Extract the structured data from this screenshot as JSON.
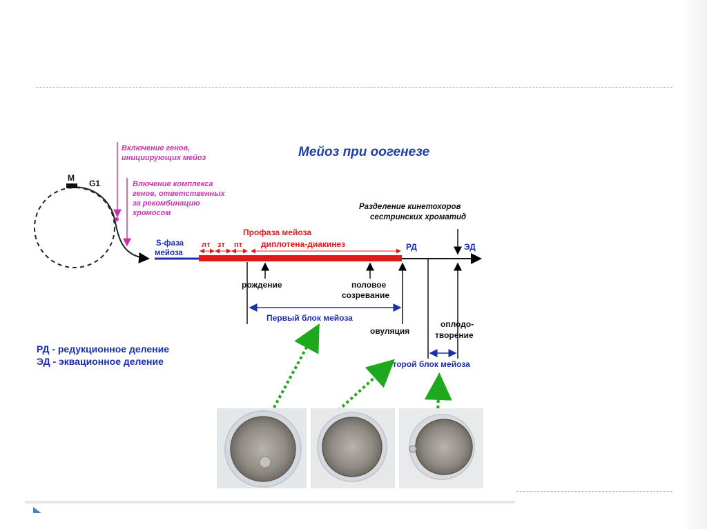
{
  "title": "Мейоз при оогенезе",
  "cycle": {
    "m": "M",
    "g1": "G1"
  },
  "notes": {
    "gene_on_1": [
      "Включение генов,",
      "инициирующих мейоз"
    ],
    "gene_on_2": [
      "Влючение комплекса",
      "генов, ответственных",
      "за рекомбинацию",
      "хромосом"
    ],
    "kinetochore": [
      "Разделение кинетохоров",
      "сестринских хроматид"
    ]
  },
  "timeline": {
    "s_phase": [
      "S-фаза",
      "мейоза"
    ],
    "substages": [
      "лт",
      "зт",
      "пт"
    ],
    "prophase": "Профаза мейоза",
    "dipl": "диплотена-диакинез",
    "rd": "РД",
    "ed": "ЭД"
  },
  "events": {
    "birth": "рождение",
    "puberty": [
      "половое",
      "созревание"
    ],
    "ovulation": "овуляция",
    "fertilization": [
      "оплодо-",
      "творение"
    ]
  },
  "blocks": {
    "first": "Первый блок мейоза",
    "second": "Второй блок мейоза"
  },
  "legend": {
    "rd": "РД - редукционное деление",
    "ed": "ЭД - эквационное деление"
  },
  "colors": {
    "title": "#1f3fa8",
    "magenta": "#cc33aa",
    "red": "#e01919",
    "blue": "#1a2fb0",
    "green": "#1ea81e"
  },
  "images": [
    {
      "name": "oocyte-photo-1",
      "description": ""
    },
    {
      "name": "oocyte-photo-2",
      "description": ""
    },
    {
      "name": "oocyte-photo-3",
      "description": ""
    }
  ]
}
